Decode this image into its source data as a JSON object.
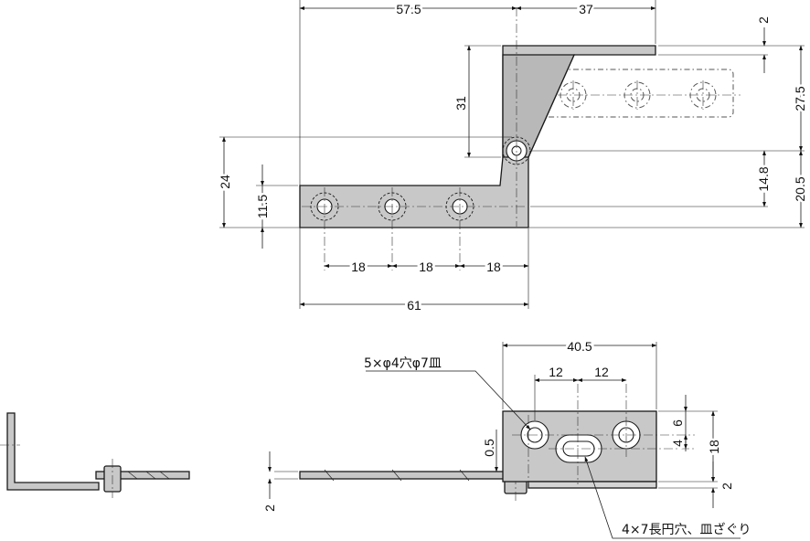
{
  "front_view": {
    "dim_top_left": "57.5",
    "dim_top_right": "37",
    "dim_thickness_top": "2",
    "dim_vertical_31": "31",
    "dim_right_27_5": "27.5",
    "dim_right_14_8": "14.8",
    "dim_right_20_5": "20.5",
    "dim_left_24": "24",
    "dim_left_11_5": "11.5",
    "dim_pitch_1": "18",
    "dim_pitch_2": "18",
    "dim_pitch_3": "18",
    "dim_overall": "61"
  },
  "leaf_view": {
    "dim_width": "40.5",
    "dim_pitch_1": "12",
    "dim_pitch_2": "12",
    "dim_6": "6",
    "dim_4": "4",
    "dim_18": "18",
    "dim_2_right": "2",
    "dim_0_5": "0.5",
    "dim_2_left": "2",
    "note_holes": "5×φ4穴φ7皿",
    "note_slot": "4×7長円穴、皿ざぐり"
  }
}
